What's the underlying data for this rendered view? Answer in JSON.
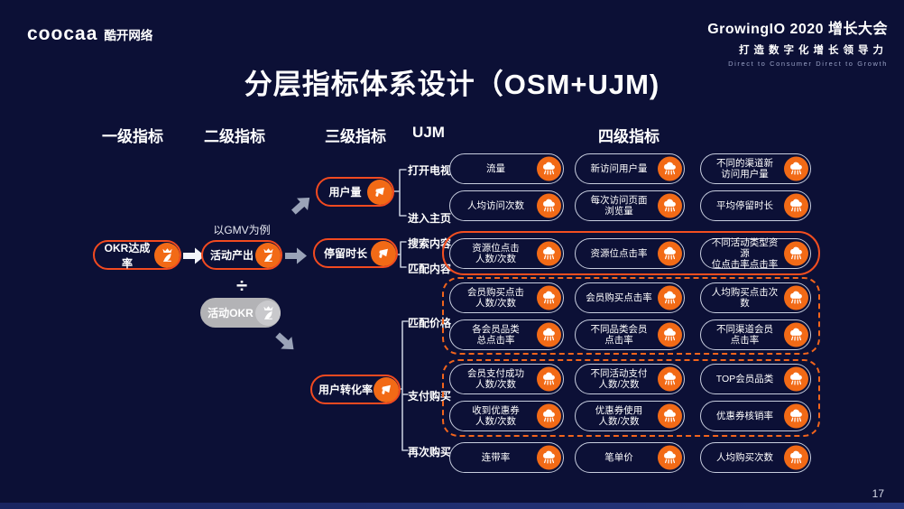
{
  "colors": {
    "background": "#0c1036",
    "orange_border": "#f24a20",
    "orange_circle": "#f26a16",
    "gray_pill": "#b3b3b6",
    "metric_border": "#c7cdde",
    "arrow_white": "#f2f4fa",
    "arrow_gray": "#9aa3b8"
  },
  "brand": {
    "logo": "coocaa",
    "logo_cn": "酷开网络"
  },
  "event": {
    "line1": "GrowingIO 2020 增长大会",
    "line2": "打造数字化增长领导力",
    "line3": "Direct to Consumer Direct to Growth"
  },
  "title": "分层指标体系设计（OSM+UJM)",
  "page_number": "17",
  "column_headers": [
    "一级指标",
    "二级指标",
    "三级指标",
    "UJM",
    "四级指标"
  ],
  "level1": {
    "label": "OKR达成率",
    "icon": "crown-person-icon"
  },
  "level2": {
    "note": "以GMV为例",
    "numerator": "活动产出",
    "operator": "÷",
    "denominator": "活动OKR",
    "icon": "crown-person-icon"
  },
  "level3": {
    "items": [
      "用户量",
      "停留时长",
      "用户转化率"
    ],
    "icon": "megaphone-icon"
  },
  "ujm_stages": [
    "打开电视",
    "进入主页",
    "搜索内容",
    "匹配内容",
    "匹配价格",
    "支付购买",
    "再次购买"
  ],
  "level4": {
    "icon": "cloud-rain-icon",
    "rows": [
      {
        "cells": [
          [
            "流量"
          ],
          [
            "新访问用户量"
          ],
          [
            "不同的渠道新",
            "访问用户量"
          ]
        ]
      },
      {
        "cells": [
          [
            "人均访问次数"
          ],
          [
            "每次访问页面",
            "浏览量"
          ],
          [
            "平均停留时长"
          ]
        ]
      },
      {
        "cells": [
          [
            "资源位点击",
            "人数/次数"
          ],
          [
            "资源位点击率"
          ],
          [
            "不同活动类型资源",
            "位点击率点击率"
          ]
        ],
        "highlight": "solid"
      },
      {
        "cells": [
          [
            "会员购买点击",
            "人数/次数"
          ],
          [
            "会员购买点击率"
          ],
          [
            "人均购买点击次数"
          ]
        ],
        "highlight": "dashed-1"
      },
      {
        "cells": [
          [
            "各会员品类",
            "总点击率"
          ],
          [
            "不同品类会员",
            "点击率"
          ],
          [
            "不同渠道会员",
            "点击率"
          ]
        ],
        "highlight": "dashed-1"
      },
      {
        "cells": [
          [
            "会员支付成功",
            "人数/次数"
          ],
          [
            "不同活动支付",
            "人数/次数"
          ],
          [
            "TOP会员品类"
          ]
        ],
        "highlight": "dashed-2"
      },
      {
        "cells": [
          [
            "收到优惠券",
            "人数/次数"
          ],
          [
            "优惠券使用",
            "人数/次数"
          ],
          [
            "优惠券核销率"
          ]
        ],
        "highlight": "dashed-2"
      },
      {
        "cells": [
          [
            "连带率"
          ],
          [
            "笔单价"
          ],
          [
            "人均购买次数"
          ]
        ]
      }
    ]
  }
}
